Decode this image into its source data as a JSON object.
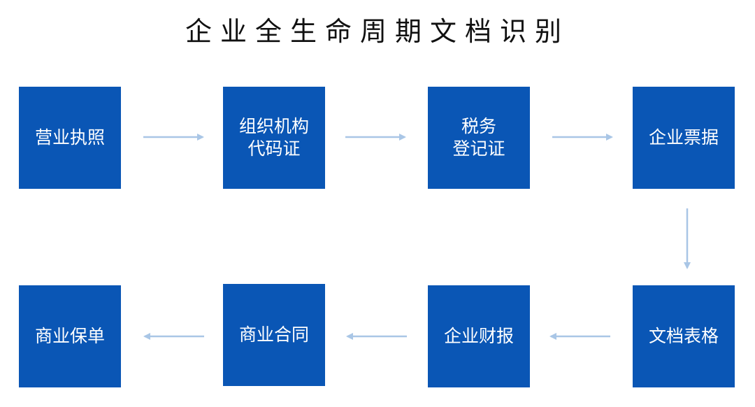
{
  "title": "企业全生命周期文档识别",
  "colors": {
    "box_fill": "#0a56b5",
    "box_text": "#ffffff",
    "arrow": "#a9c6e6",
    "title": "#111111"
  },
  "boxes": [
    {
      "id": "business-license",
      "lines": [
        "营业执照"
      ]
    },
    {
      "id": "org-code-cert",
      "lines": [
        "组织机构",
        "代码证"
      ]
    },
    {
      "id": "tax-registration-cert",
      "lines": [
        "税务",
        "登记证"
      ]
    },
    {
      "id": "enterprise-invoice",
      "lines": [
        "企业票据"
      ]
    },
    {
      "id": "document-table",
      "lines": [
        "文档表格"
      ]
    },
    {
      "id": "financial-report",
      "lines": [
        "企业财报"
      ]
    },
    {
      "id": "commercial-contract",
      "lines": [
        "商业合同"
      ]
    },
    {
      "id": "commercial-policy",
      "lines": [
        "商业保单"
      ]
    }
  ]
}
